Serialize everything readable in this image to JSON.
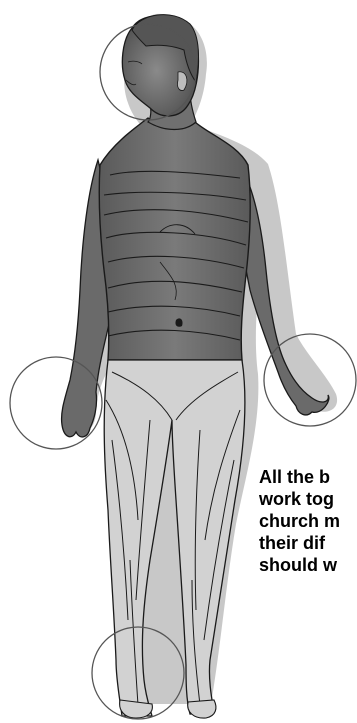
{
  "colors": {
    "upper_body_fill": "#6e6e6e",
    "lower_body_fill": "#d4d4d4",
    "outline": "#1a1a1a",
    "circle_stroke": "#555555",
    "shadow": "#8c8c8c",
    "text": "#000000"
  },
  "figure": {
    "description_icon": "human-body-figure",
    "highlighted_parts": [
      "head-circle",
      "left-hand-circle",
      "right-hand-circle",
      "foot-circle"
    ]
  },
  "caption": {
    "lines": [
      "All the b",
      "work tog",
      "church m",
      "their dif",
      "should w"
    ]
  }
}
